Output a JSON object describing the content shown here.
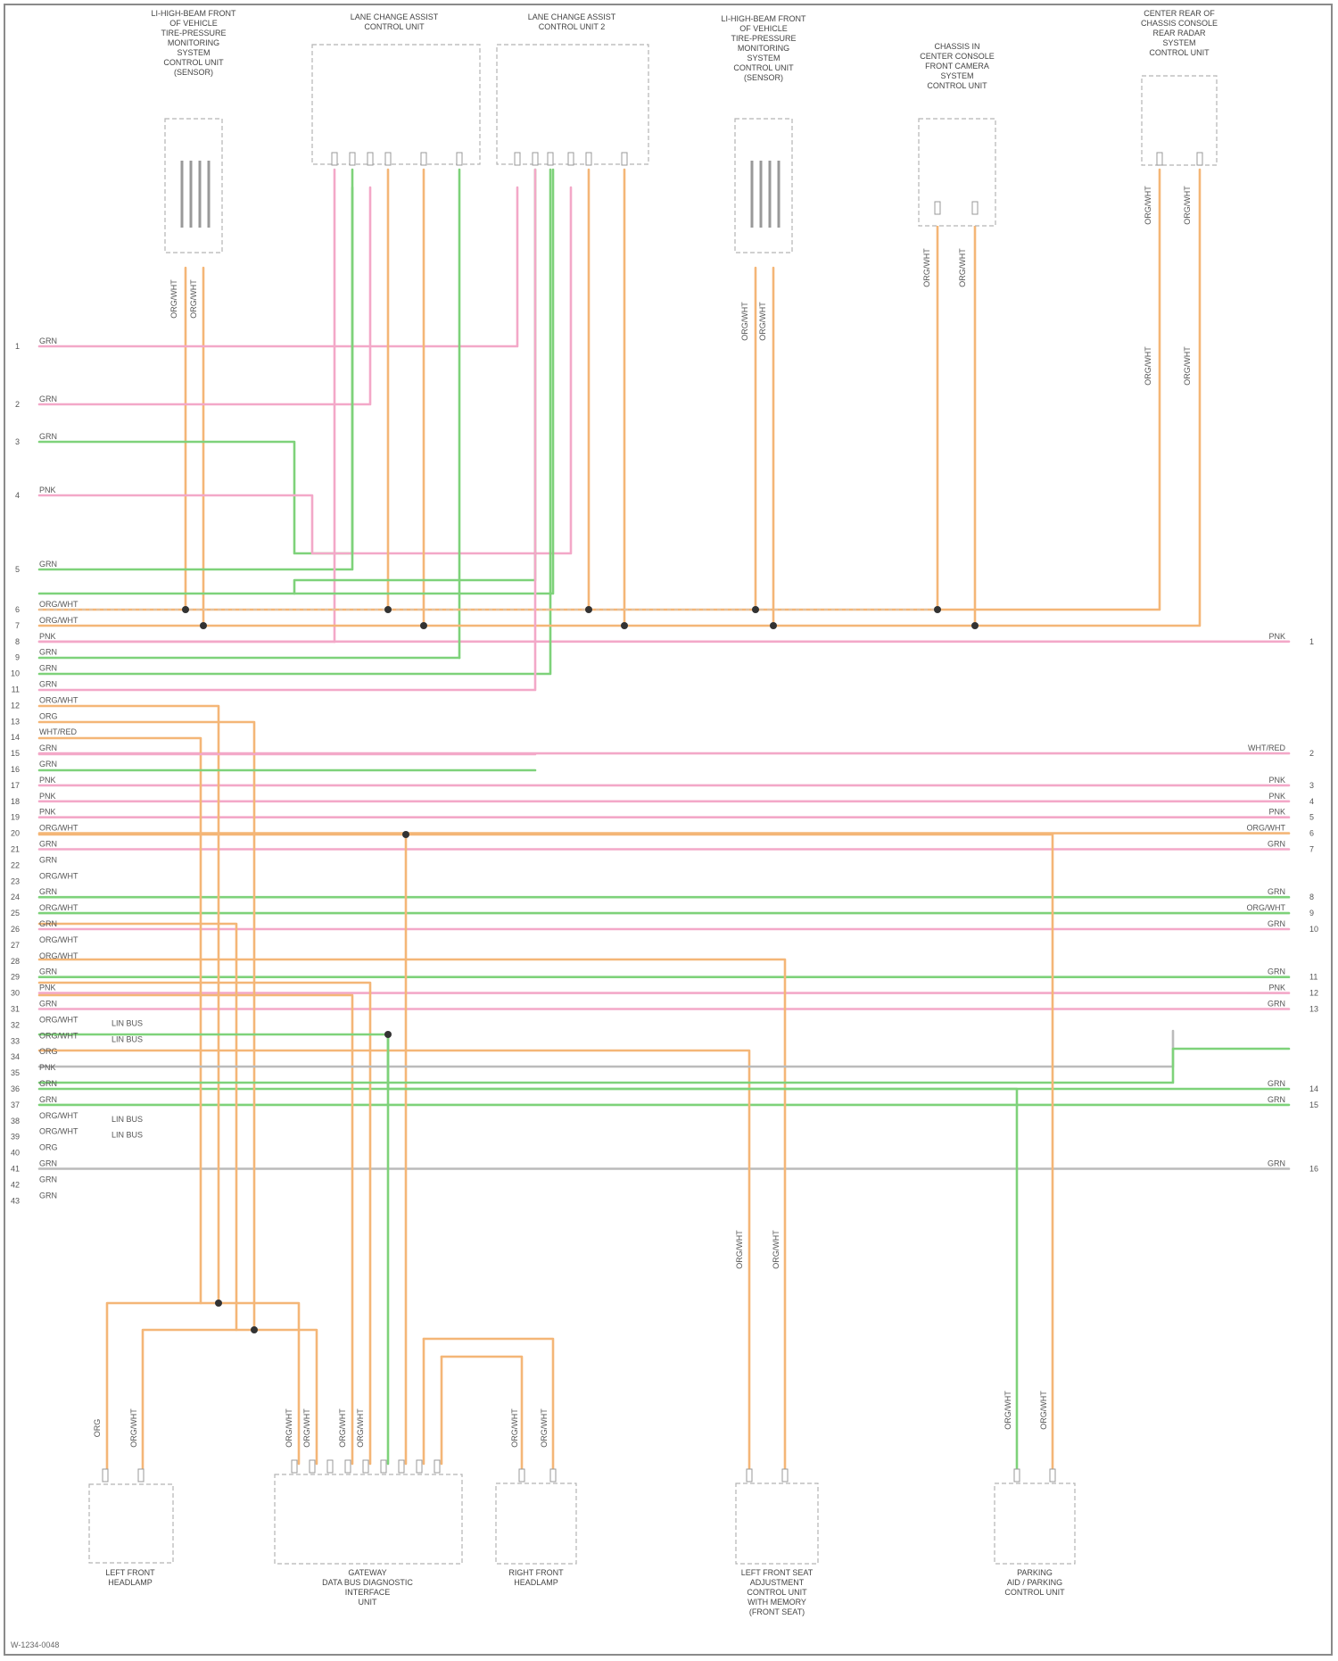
{
  "colors": {
    "pink": "#f3a8c8",
    "green": "#7ed27a",
    "orange": "#f4b677",
    "grey": "#bbbbbb",
    "splice": "#333333",
    "box_border": "#b3b3b3"
  },
  "components_top": [
    {
      "id": "lf-tpms",
      "label": [
        "LI-HIGH-BEAM FRONT",
        "OF VEHICLE",
        "TIRE-PRESSURE",
        "MONITORING",
        "SYSTEM",
        "CONTROL UNIT",
        "(SENSOR)"
      ]
    },
    {
      "id": "lcm1",
      "label": [
        "LANE CHANGE ASSIST",
        "CONTROL UNIT"
      ]
    },
    {
      "id": "lcm2",
      "label": [
        "LANE CHANGE ASSIST",
        "CONTROL UNIT 2"
      ]
    },
    {
      "id": "rf-tpms",
      "label": [
        "LI-HIGH-BEAM FRONT",
        "OF VEHICLE",
        "TIRE-PRESSURE",
        "MONITORING",
        "SYSTEM",
        "CONTROL UNIT",
        "(SENSOR)"
      ]
    },
    {
      "id": "fa-camera",
      "label": [
        "CHASSIS IN",
        "CENTER CONSOLE",
        "FRONT CAMERA",
        "SYSTEM",
        "CONTROL UNIT"
      ]
    },
    {
      "id": "rear-radar",
      "label": [
        "CENTER REAR OF",
        "CHASSIS CONSOLE",
        "REAR RADAR",
        "SYSTEM",
        "CONTROL UNIT"
      ]
    }
  ],
  "components_bottom": [
    {
      "id": "lh-headlamp",
      "label": [
        "LEFT FRONT",
        "HEADLAMP"
      ]
    },
    {
      "id": "gateway",
      "label": [
        "GATEWAY",
        "DATA BUS DIAGNOSTIC",
        "INTERFACE",
        "UNIT"
      ]
    },
    {
      "id": "rh-headlamp",
      "label": [
        "RIGHT FRONT",
        "HEADLAMP"
      ]
    },
    {
      "id": "seat-ctrl",
      "label": [
        "LEFT FRONT SEAT",
        "ADJUSTMENT",
        "CONTROL UNIT",
        "WITH MEMORY",
        "(FRONT SEAT)"
      ]
    },
    {
      "id": "park-ctrl",
      "label": [
        "PARKING",
        "AID / PARKING",
        "CONTROL UNIT"
      ]
    }
  ],
  "rows": [
    {
      "n": "1",
      "color": "pink",
      "tag": "GRN"
    },
    {
      "n": "2",
      "color": "pink",
      "tag": "GRN"
    },
    {
      "n": "3",
      "color": "green",
      "tag": "GRN"
    },
    {
      "n": "4",
      "color": "pink",
      "tag": "PNK"
    },
    {
      "n": "5",
      "color": "green",
      "tag": "GRN"
    },
    {
      "n": "6",
      "color": "orange",
      "tag": "ORG/WHT"
    },
    {
      "n": "7",
      "color": "orange",
      "tag": "ORG/WHT"
    },
    {
      "n": "8",
      "color": "pink",
      "tag": "PNK",
      "rtag": "PNK",
      "rn": "1"
    },
    {
      "n": "9",
      "color": "green",
      "tag": "GRN"
    },
    {
      "n": "10",
      "color": "green",
      "tag": "GRN"
    },
    {
      "n": "11",
      "color": "pink",
      "tag": "GRN"
    },
    {
      "n": "12",
      "color": "orange",
      "tag": "ORG/WHT"
    },
    {
      "n": "13",
      "color": "orange",
      "tag": "ORG"
    },
    {
      "n": "14",
      "color": "orange",
      "tag": "WHT/RED"
    },
    {
      "n": "15",
      "color": "pink",
      "tag": "GRN",
      "rtag": "WHT/RED",
      "rn": "2"
    },
    {
      "n": "16",
      "color": "green",
      "tag": "GRN"
    },
    {
      "n": "17",
      "color": "pink",
      "tag": "PNK",
      "rtag": "PNK",
      "rn": "3"
    },
    {
      "n": "18",
      "color": "pink",
      "tag": "PNK",
      "rtag": "PNK",
      "rn": "4"
    },
    {
      "n": "19",
      "color": "pink",
      "tag": "PNK",
      "rtag": "PNK",
      "rn": "5"
    },
    {
      "n": "20",
      "color": "orange",
      "tag": "ORG/WHT",
      "rtag": "ORG/WHT",
      "rn": "6"
    },
    {
      "n": "21",
      "color": "pink",
      "tag": "GRN",
      "rtag": "GRN",
      "rn": "7"
    },
    {
      "n": "22",
      "color": "green",
      "tag": "GRN"
    },
    {
      "n": "23",
      "color": "orange",
      "tag": "ORG/WHT"
    },
    {
      "n": "24",
      "color": "green",
      "tag": "GRN",
      "rtag": "GRN",
      "rn": "8"
    },
    {
      "n": "25",
      "color": "green",
      "tag": "ORG/WHT",
      "rtag": "ORG/WHT",
      "rn": "9"
    },
    {
      "n": "26",
      "color": "pink",
      "tag": "GRN",
      "rtag": "GRN",
      "rn": "10"
    },
    {
      "n": "27",
      "color": "green",
      "tag": "ORG/WHT"
    },
    {
      "n": "28",
      "color": "orange",
      "tag": "ORG/WHT"
    },
    {
      "n": "29",
      "color": "green",
      "tag": "GRN",
      "rtag": "GRN",
      "rn": "11"
    },
    {
      "n": "30",
      "color": "pink",
      "tag": "PNK",
      "rtag": "PNK",
      "rn": "12"
    },
    {
      "n": "31",
      "color": "pink",
      "tag": "GRN",
      "rtag": "GRN",
      "rn": "13"
    },
    {
      "n": "32",
      "color": "orange",
      "tag": "ORG/WHT",
      "note": "LIN BUS"
    },
    {
      "n": "33",
      "color": "orange",
      "tag": "ORG/WHT",
      "note": "LIN BUS"
    },
    {
      "n": "34",
      "color": "orange",
      "tag": "ORG"
    },
    {
      "n": "35",
      "color": "pink",
      "tag": "PNK"
    },
    {
      "n": "36",
      "color": "green",
      "tag": "GRN",
      "rtag": "GRN",
      "rn": "14"
    },
    {
      "n": "37",
      "color": "green",
      "tag": "GRN",
      "rtag": "GRN",
      "rn": "15"
    },
    {
      "n": "38",
      "color": "orange",
      "tag": "ORG/WHT",
      "note": "LIN BUS"
    },
    {
      "n": "39",
      "color": "orange",
      "tag": "ORG/WHT",
      "note": "LIN BUS"
    },
    {
      "n": "40",
      "color": "orange",
      "tag": "ORG"
    },
    {
      "n": "41",
      "color": "grey",
      "tag": "GRN",
      "rtag": "GRN",
      "rn": "16"
    },
    {
      "n": "42",
      "color": "green",
      "tag": "GRN"
    },
    {
      "n": "43",
      "color": "green",
      "tag": "GRN"
    }
  ],
  "footer_id": "W-1234-0048"
}
